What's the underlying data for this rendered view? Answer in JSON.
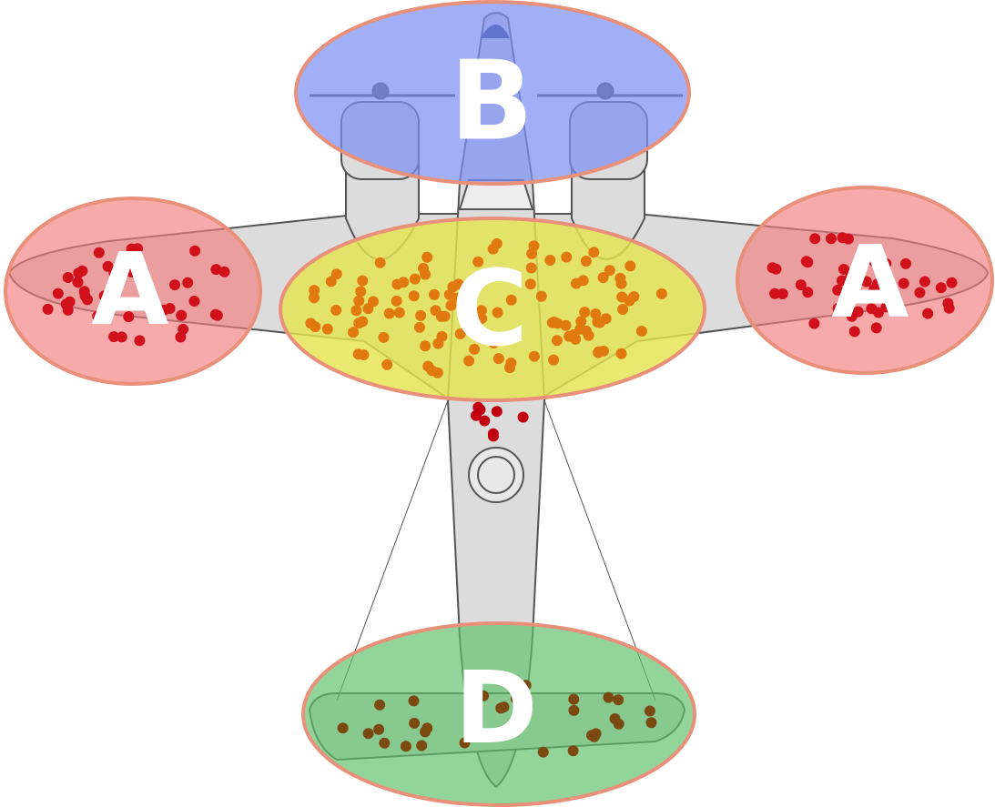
{
  "diagram": {
    "zones": [
      {
        "id": "A-left",
        "label": "A",
        "color": "#f47c7c"
      },
      {
        "id": "A-right",
        "label": "A",
        "color": "#f47c7c"
      },
      {
        "id": "B",
        "label": "B",
        "color": "#7d8ff5"
      },
      {
        "id": "C",
        "label": "C",
        "color": "#e4e44f"
      },
      {
        "id": "D",
        "label": "D",
        "color": "#5fbf6a"
      }
    ],
    "colors": {
      "aircraft_fill": "#dcdcdc",
      "aircraft_stroke": "#555555",
      "hit_marker": "#d0101a",
      "zone_outline": "#e8907a"
    }
  }
}
